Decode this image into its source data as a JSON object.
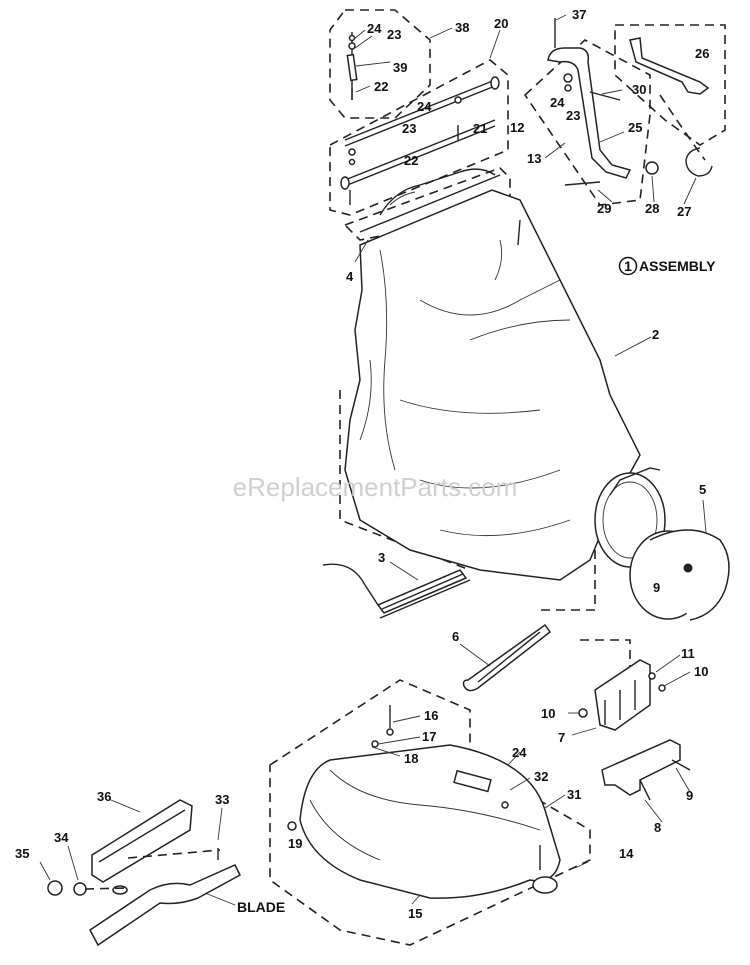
{
  "heading": {
    "number": "1",
    "text": "ASSEMBLY"
  },
  "watermark": "eReplacementParts.com",
  "blade_label": "BLADE",
  "callouts": [
    "37",
    "38",
    "20",
    "24",
    "23",
    "39",
    "22",
    "24",
    "23",
    "21",
    "22",
    "26",
    "12",
    "24",
    "23",
    "30",
    "25",
    "13",
    "29",
    "28",
    "27",
    "4",
    "2",
    "5",
    "3",
    "9",
    "6",
    "11",
    "10",
    "10",
    "7",
    "16",
    "17",
    "18",
    "24",
    "32",
    "31",
    "9",
    "19",
    "8",
    "36",
    "33",
    "34",
    "35",
    "14",
    "15"
  ]
}
